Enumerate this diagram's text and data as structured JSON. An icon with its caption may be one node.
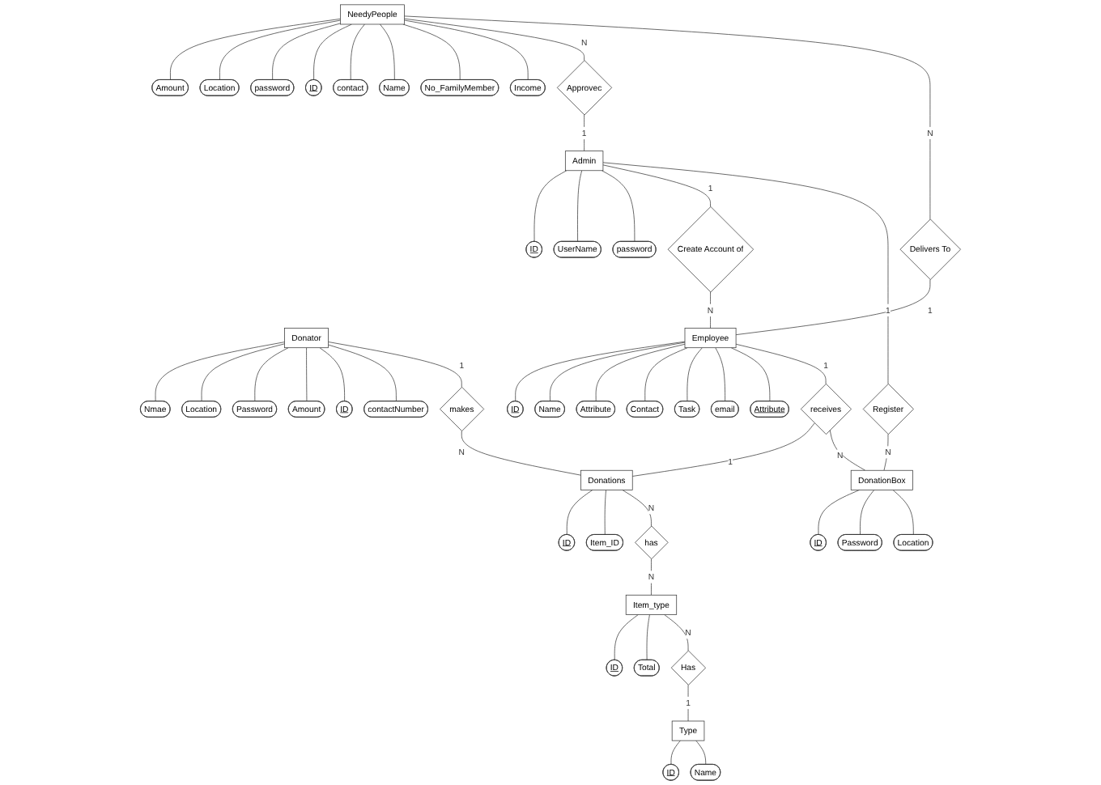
{
  "diagram": {
    "nodes": [
      {
        "text": [
          "NeedyPeople"
        ]
      },
      {
        "text": [
          "Amount"
        ]
      },
      {
        "text": [
          "Location"
        ]
      },
      {
        "text": [
          "password"
        ]
      },
      {
        "text": [
          "ID"
        ]
      },
      {
        "text": [
          "contact"
        ]
      },
      {
        "text": [
          "Name"
        ]
      },
      {
        "text": [
          "No_FamilyMember"
        ]
      },
      {
        "text": [
          "Income"
        ]
      },
      {
        "text": [
          "Approvec"
        ]
      },
      {
        "text": [
          "Delivers To"
        ]
      },
      {
        "text": [
          "Admin"
        ]
      },
      {
        "text": [
          "ID"
        ]
      },
      {
        "text": [
          "UserName"
        ]
      },
      {
        "text": [
          "password"
        ]
      },
      {
        "text": [
          "Create Account of"
        ]
      },
      {
        "text": [
          "Donator"
        ]
      },
      {
        "text": [
          "Nmae"
        ]
      },
      {
        "text": [
          "Location"
        ]
      },
      {
        "text": [
          "Password"
        ]
      },
      {
        "text": [
          "Amount"
        ]
      },
      {
        "text": [
          "ID"
        ]
      },
      {
        "text": [
          "contactNumber"
        ]
      },
      {
        "text": [
          "Employee"
        ]
      },
      {
        "text": [
          "ID"
        ]
      },
      {
        "text": [
          "Name"
        ]
      },
      {
        "text": [
          "Attribute"
        ]
      },
      {
        "text": [
          "Contact"
        ]
      },
      {
        "text": [
          "Task"
        ]
      },
      {
        "text": [
          "email"
        ]
      },
      {
        "text": [
          "Attribute"
        ]
      },
      {
        "text": [
          "Register"
        ]
      },
      {
        "text": [
          "makes"
        ]
      },
      {
        "text": [
          "receives"
        ]
      },
      {
        "text": [
          "Donations"
        ]
      },
      {
        "text": [
          "ID"
        ]
      },
      {
        "text": [
          "Item_ID"
        ]
      },
      {
        "text": [
          "DonationBox"
        ]
      },
      {
        "text": [
          "ID"
        ]
      },
      {
        "text": [
          "Password"
        ]
      },
      {
        "text": [
          "Location"
        ]
      },
      {
        "text": [
          "has"
        ]
      },
      {
        "text": [
          "Item_type"
        ]
      },
      {
        "text": [
          "ID"
        ]
      },
      {
        "text": [
          "Total"
        ]
      },
      {
        "text": [
          "Has"
        ]
      },
      {
        "text": [
          "Type"
        ]
      },
      {
        "text": [
          "ID"
        ]
      },
      {
        "text": [
          "Name"
        ]
      }
    ],
    "edges": [
      {
        "from": 0,
        "to": 1,
        "arrow": "none"
      },
      {
        "from": 0,
        "to": 2,
        "arrow": "none"
      },
      {
        "from": 0,
        "to": 3,
        "arrow": "none"
      },
      {
        "from": 0,
        "to": 4,
        "arrow": "none"
      },
      {
        "from": 0,
        "to": 5,
        "arrow": "none"
      },
      {
        "from": 0,
        "to": 6,
        "arrow": "none"
      },
      {
        "from": 0,
        "to": 7,
        "arrow": "none"
      },
      {
        "from": 0,
        "to": 8,
        "arrow": "none"
      },
      {
        "from": 0,
        "to": 9,
        "arrow": "none",
        "label": "N"
      },
      {
        "from": 0,
        "to": 10,
        "arrow": "none",
        "label": "N"
      },
      {
        "from": 9,
        "to": 11,
        "arrow": "none",
        "label": "1"
      },
      {
        "from": 11,
        "to": 12,
        "arrow": "none"
      },
      {
        "from": 11,
        "to": 13,
        "arrow": "none"
      },
      {
        "from": 11,
        "to": 14,
        "arrow": "none"
      },
      {
        "from": 11,
        "to": 15,
        "arrow": "none",
        "label": "1"
      },
      {
        "from": 15,
        "to": 23,
        "arrow": "none",
        "label": "N"
      },
      {
        "from": 10,
        "to": 23,
        "arrow": "none",
        "label": "1"
      },
      {
        "from": 11,
        "to": 31,
        "arrow": "none",
        "label": "1"
      },
      {
        "from": 31,
        "to": 37,
        "arrow": "none",
        "label": "N"
      },
      {
        "from": 16,
        "to": 17,
        "arrow": "none"
      },
      {
        "from": 16,
        "to": 18,
        "arrow": "none"
      },
      {
        "from": 16,
        "to": 19,
        "arrow": "none"
      },
      {
        "from": 16,
        "to": 20,
        "arrow": "none"
      },
      {
        "from": 16,
        "to": 21,
        "arrow": "none"
      },
      {
        "from": 16,
        "to": 22,
        "arrow": "none"
      },
      {
        "from": 16,
        "to": 32,
        "arrow": "none",
        "label": "1"
      },
      {
        "from": 32,
        "to": 34,
        "arrow": "none",
        "label": "N"
      },
      {
        "from": 23,
        "to": 24,
        "arrow": "none"
      },
      {
        "from": 23,
        "to": 25,
        "arrow": "none"
      },
      {
        "from": 23,
        "to": 26,
        "arrow": "none"
      },
      {
        "from": 23,
        "to": 27,
        "arrow": "none"
      },
      {
        "from": 23,
        "to": 28,
        "arrow": "none"
      },
      {
        "from": 23,
        "to": 29,
        "arrow": "none"
      },
      {
        "from": 23,
        "to": 30,
        "arrow": "none"
      },
      {
        "from": 23,
        "to": 33,
        "arrow": "none",
        "label": "1"
      },
      {
        "from": 33,
        "to": 34,
        "arrow": "none",
        "label": "1"
      },
      {
        "from": 33,
        "to": 37,
        "arrow": "none",
        "label": "N"
      },
      {
        "from": 34,
        "to": 35,
        "arrow": "none"
      },
      {
        "from": 34,
        "to": 36,
        "arrow": "none"
      },
      {
        "from": 34,
        "to": 41,
        "arrow": "none",
        "label": "N"
      },
      {
        "from": 37,
        "to": 38,
        "arrow": "none"
      },
      {
        "from": 37,
        "to": 39,
        "arrow": "none"
      },
      {
        "from": 37,
        "to": 40,
        "arrow": "none"
      },
      {
        "from": 41,
        "to": 42,
        "arrow": "none",
        "label": "N"
      },
      {
        "from": 42,
        "to": 43,
        "arrow": "none"
      },
      {
        "from": 42,
        "to": 44,
        "arrow": "none"
      },
      {
        "from": 42,
        "to": 45,
        "arrow": "none",
        "label": "N"
      },
      {
        "from": 45,
        "to": 46,
        "arrow": "none",
        "label": "1"
      },
      {
        "from": 46,
        "to": 47,
        "arrow": "none"
      },
      {
        "from": 46,
        "to": 48,
        "arrow": "none"
      }
    ]
  }
}
